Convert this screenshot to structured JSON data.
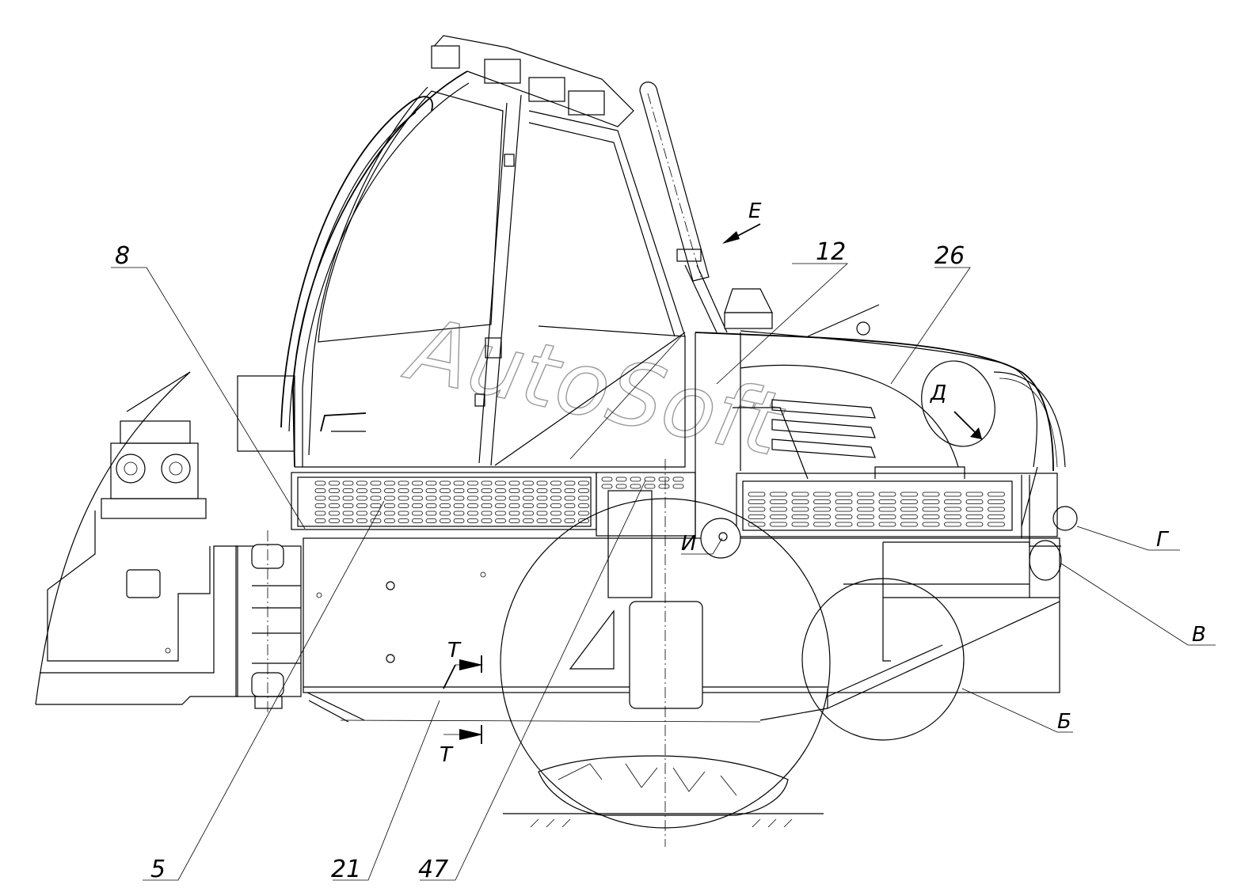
{
  "callouts": {
    "c8": "8",
    "c12": "12",
    "c26": "26",
    "c5": "5",
    "c21": "21",
    "c47": "47"
  },
  "views": {
    "e": "Е",
    "d": "Д",
    "g": "Г",
    "v": "В",
    "b": "Б",
    "i": "И",
    "t_top": "Т",
    "t_bottom": "Т"
  },
  "watermark": "AutoSoft"
}
